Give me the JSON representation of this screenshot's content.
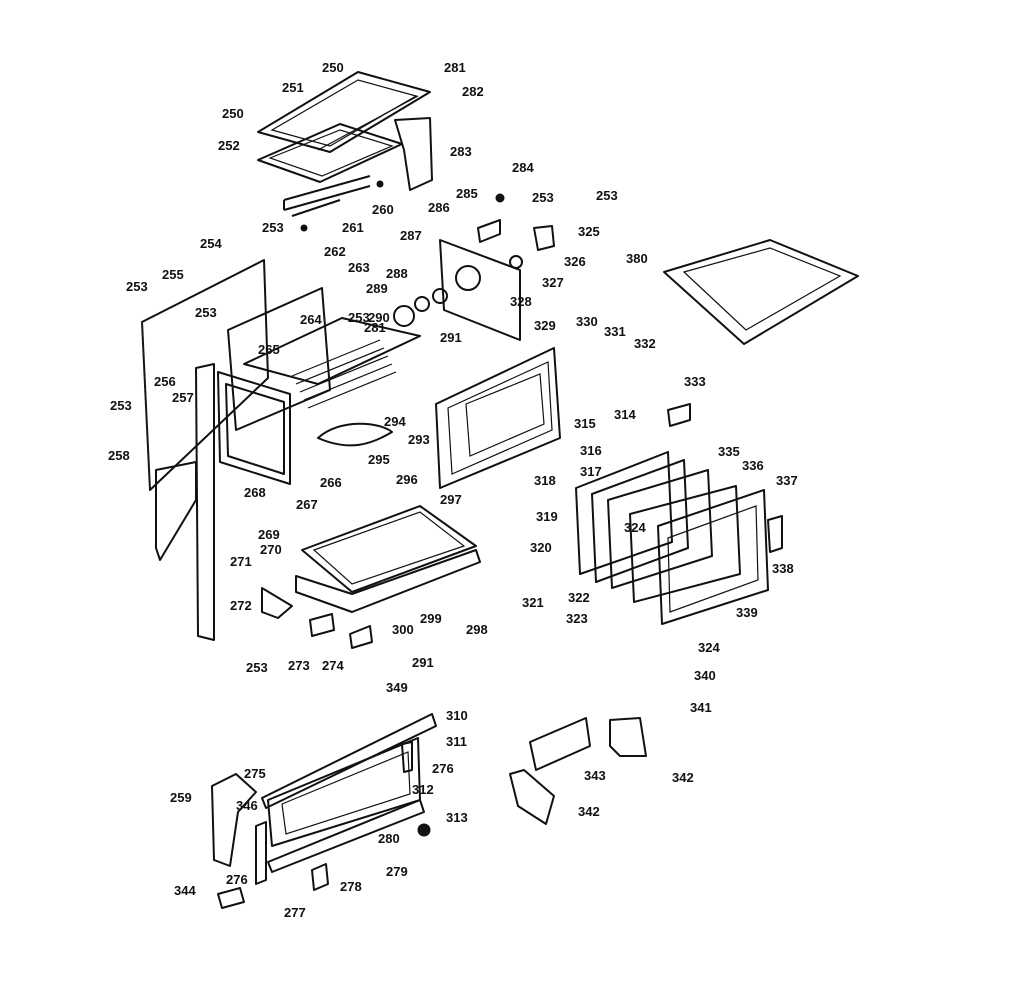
{
  "callouts": [
    "250",
    "281",
    "251",
    "282",
    "250",
    "252",
    "283",
    "284",
    "285",
    "253",
    "253",
    "260",
    "261",
    "286",
    "325",
    "253",
    "326",
    "287",
    "254",
    "262",
    "263",
    "288",
    "255",
    "253",
    "327",
    "380",
    "328",
    "253",
    "289",
    "253",
    "264",
    "281",
    "290",
    "291",
    "330",
    "329",
    "331",
    "332",
    "265",
    "256",
    "257",
    "253",
    "333",
    "294",
    "314",
    "258",
    "293",
    "315",
    "295",
    "316",
    "335",
    "317",
    "336",
    "296",
    "266",
    "268",
    "267",
    "297",
    "318",
    "337",
    "319",
    "324",
    "269",
    "320",
    "270",
    "271",
    "321",
    "322",
    "338",
    "323",
    "298",
    "272",
    "339",
    "299",
    "300",
    "324",
    "291",
    "253",
    "273",
    "274",
    "340",
    "349",
    "341",
    "310",
    "311",
    "276",
    "275",
    "343",
    "342",
    "312",
    "259",
    "346",
    "313",
    "280",
    "342",
    "279",
    "276",
    "278",
    "344",
    "277"
  ],
  "colors": {
    "ink": "#111111",
    "paper": "#ffffff"
  }
}
